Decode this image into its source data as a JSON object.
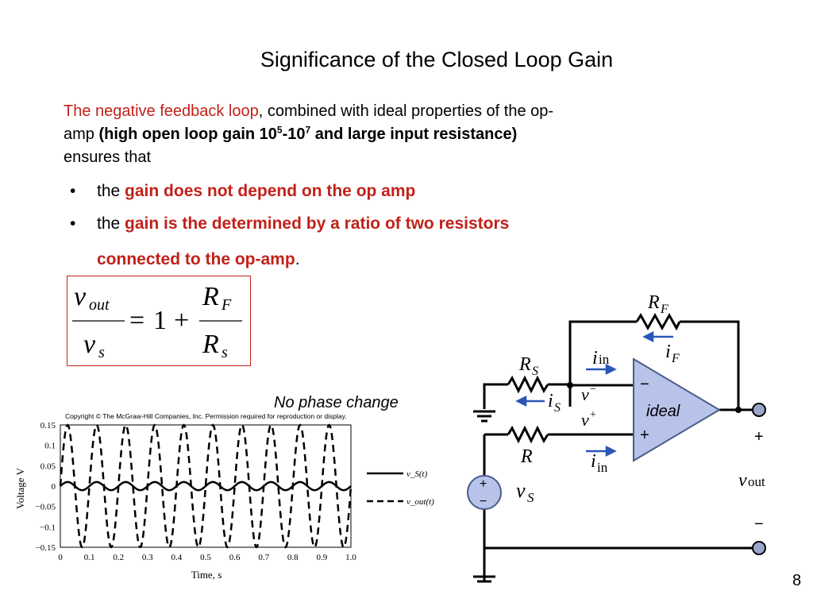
{
  "slide": {
    "title": "Significance of the Closed Loop Gain",
    "intro": {
      "red_phrase": "The negative feedback loop",
      "text1": ", combined with ideal properties of the op-",
      "text2": "amp ",
      "bold1": "(high open loop gain 10",
      "exp1": "5",
      "bold2": "-10",
      "exp2": "7",
      "bold3": " and large input resistance)",
      "text3": "ensures that"
    },
    "bullets": [
      {
        "prefix": "the ",
        "emph": "gain does not depend on the op amp"
      },
      {
        "prefix": "the ",
        "emph": "gain is the determined by a ratio of two resistors",
        "emph_cont": "connected to the op-amp",
        "suffix": "."
      }
    ],
    "caption": "No phase change",
    "page_number": "8"
  },
  "formula": {
    "lhs_num": "v",
    "lhs_num_sub": "out",
    "lhs_den": "v",
    "lhs_den_sub": "s",
    "equals": "=",
    "one": "1",
    "plus": "+",
    "rhs_num": "R",
    "rhs_num_sub": "F",
    "rhs_den": "R",
    "rhs_den_sub": "s"
  },
  "circuit": {
    "rf_label": "R",
    "rf_sub": "F",
    "rs_label": "R",
    "rs_sub": "S",
    "r_label": "R",
    "iin_top": "i",
    "iin_top_sub": "in",
    "if_label": "i",
    "if_sub": "F",
    "is_label": "i",
    "is_sub": "S",
    "iin_bottom": "i",
    "iin_bottom_sub": "in",
    "vminus": "v",
    "vminus_sup": "−",
    "vplus": "v",
    "vplus_sup": "+",
    "opamp_minus": "−",
    "opamp_plus": "+",
    "opamp_label": "ideal",
    "source_label": "v",
    "source_sub": "S",
    "source_plus": "+",
    "source_minus": "−",
    "out_plus": "+",
    "out_label": "v",
    "out_sub": "out",
    "out_minus": "−",
    "colors": {
      "opamp": "#b7c3e8",
      "arrow": "#2a56b8",
      "terminal": "#9aa6cc"
    }
  },
  "plot_header": "Copyright © The McGraw-Hill Companies, Inc. Permission required for reproduction or display.",
  "chart_data": {
    "type": "line",
    "xlabel": "Time, s",
    "ylabel": "Voltage V",
    "xlim": [
      0,
      1.0
    ],
    "ylim": [
      -0.15,
      0.15
    ],
    "xticks": [
      "0",
      "0.1",
      "0.2",
      "0.3",
      "0.4",
      "0.5",
      "0.6",
      "0.7",
      "0.8",
      "0.9",
      "1.0"
    ],
    "yticks": [
      "0.15",
      "0.1",
      "0.05",
      "0",
      "−0.05",
      "−0.1",
      "−0.15"
    ],
    "frequency_hz": 10,
    "series": [
      {
        "name": "v_S(t)",
        "amplitude": 0.01,
        "style": "solid"
      },
      {
        "name": "v_out(t)",
        "amplitude": 0.15,
        "style": "dashed"
      }
    ],
    "legend_placement": "right"
  }
}
